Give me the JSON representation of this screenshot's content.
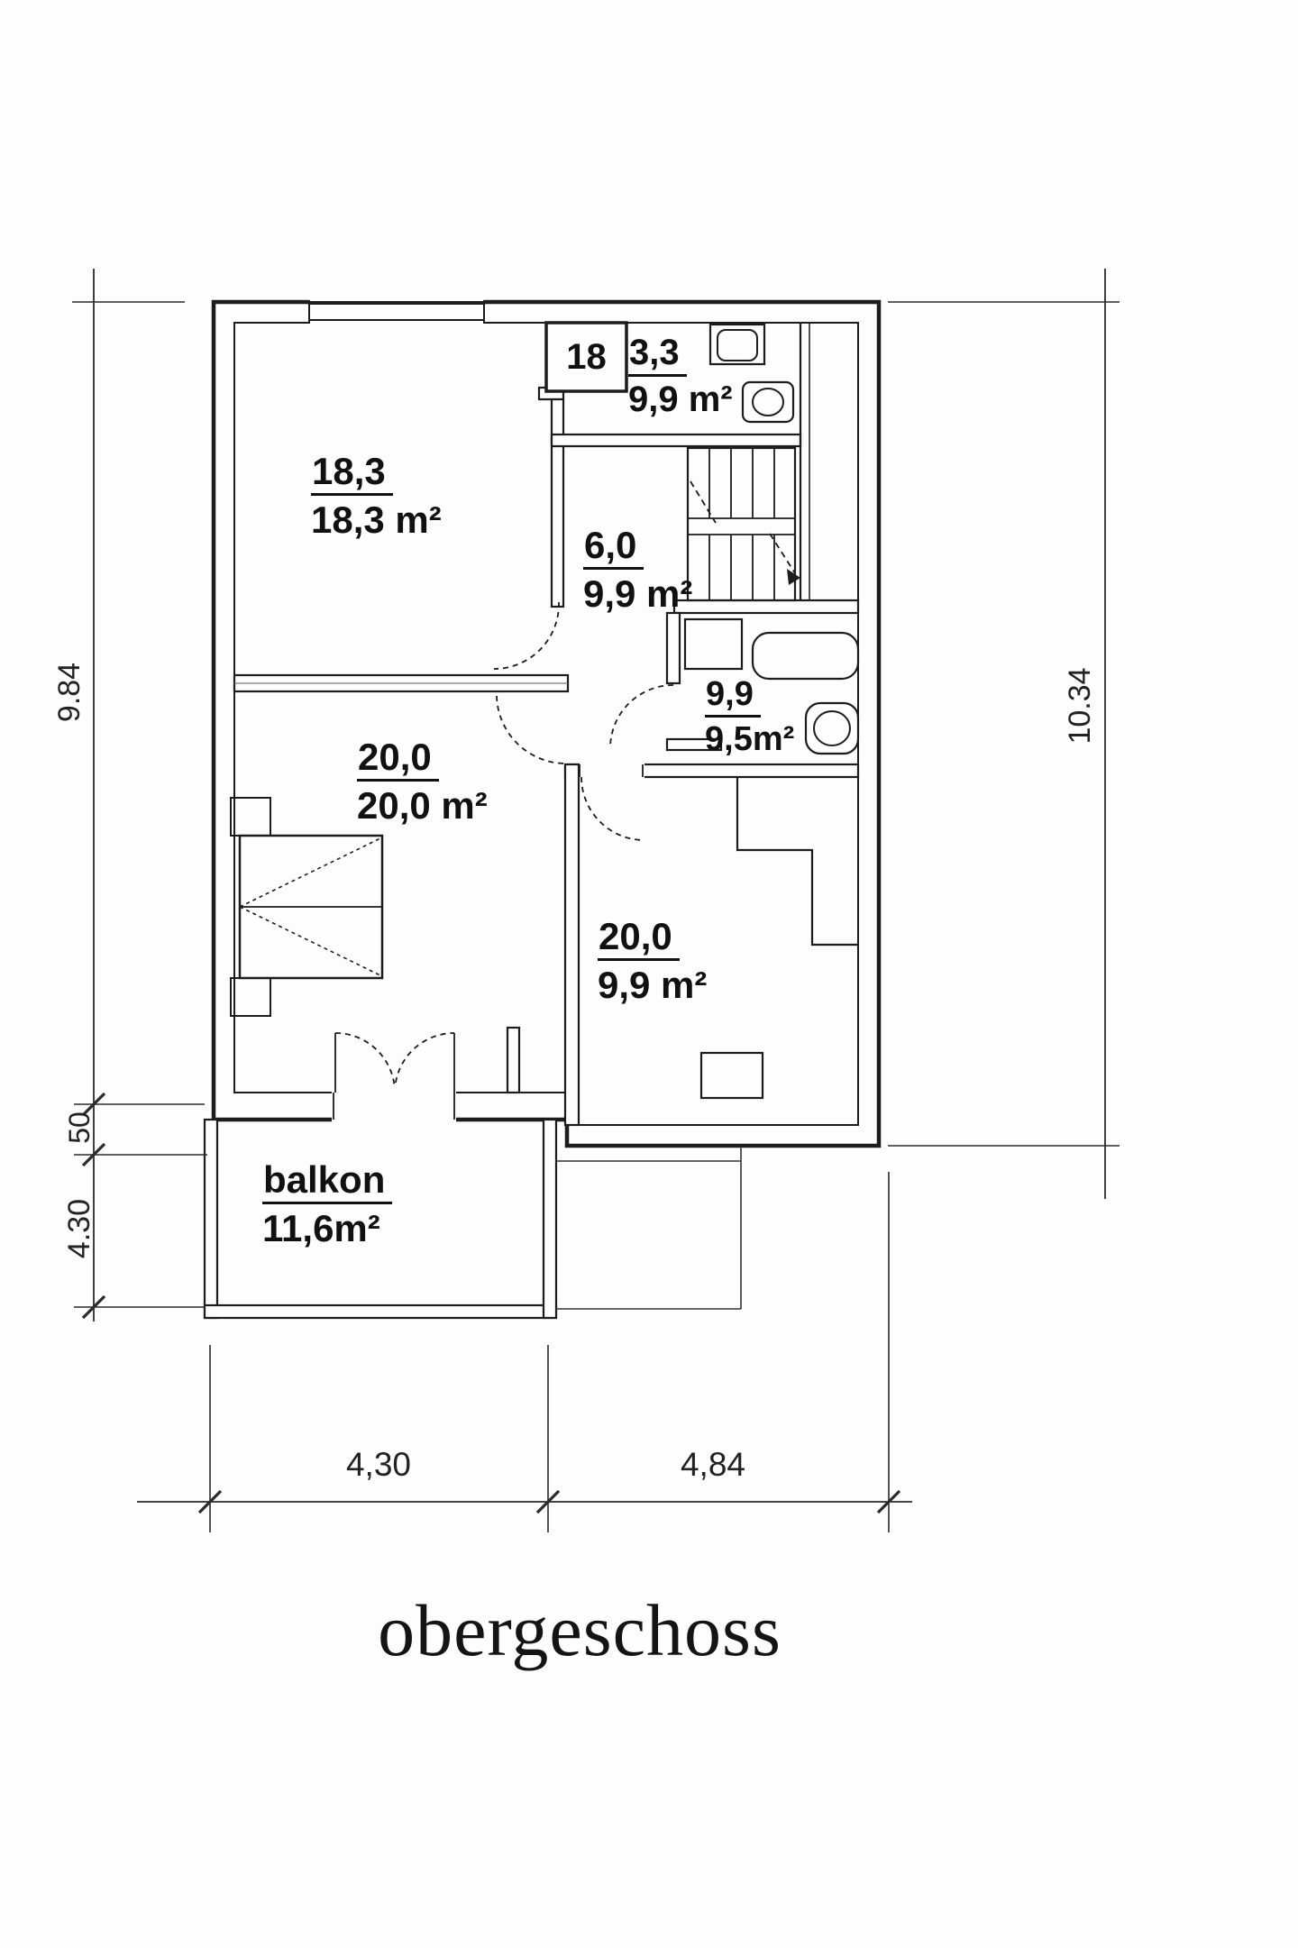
{
  "title": "obergeschoss",
  "shaft_label": "18",
  "rooms": [
    {
      "id": "room-183",
      "num": "18,3",
      "val": "18,3 m²"
    },
    {
      "id": "bath-top",
      "num": "3,3",
      "val": "9,9 m²"
    },
    {
      "id": "hallway",
      "num": "6,0",
      "val": "9,9 m²"
    },
    {
      "id": "bath-mid",
      "num": "9,9",
      "val": "9,5m²"
    },
    {
      "id": "bedroom",
      "num": "20,0",
      "val": "20,0 m²"
    },
    {
      "id": "room-right",
      "num": "20,0",
      "val": "9,9 m²"
    },
    {
      "id": "balcony",
      "num": "balkon",
      "val": "11,6m²"
    }
  ],
  "dimensions": {
    "left_total": "9.84",
    "left_parapet": "50",
    "left_balcony": "4.30",
    "right_total": "10.34",
    "bottom_left": "4,30",
    "bottom_right": "4,84"
  },
  "colors": {
    "wall_line": "#1c1c1c",
    "dim_line": "#2b2b2b",
    "text": "#111111"
  }
}
